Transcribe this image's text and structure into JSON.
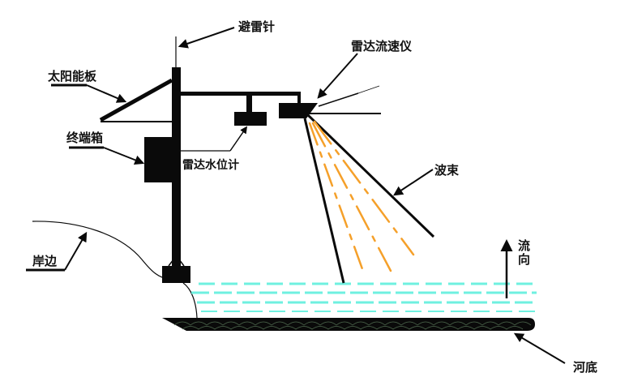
{
  "title": "雷达流速仪测流示意图",
  "colors": {
    "structure": "#0a0a0a",
    "beam_dash": "#f5a02a",
    "water_line": "#6ff0e0",
    "riverbed": "#0a0a0a",
    "riverbed_texture": "#4f6a4f"
  },
  "labels": {
    "lightning_rod": "避雷针",
    "solar_panel": "太阳能板",
    "terminal_box": "终端箱",
    "radar_level_gauge": "雷达水位计",
    "radar_velocity_meter": "雷达流速仪",
    "beam": "波束",
    "bank": "岸边",
    "flow_direction_1": "流",
    "flow_direction_2": "向",
    "riverbed": "河底"
  }
}
